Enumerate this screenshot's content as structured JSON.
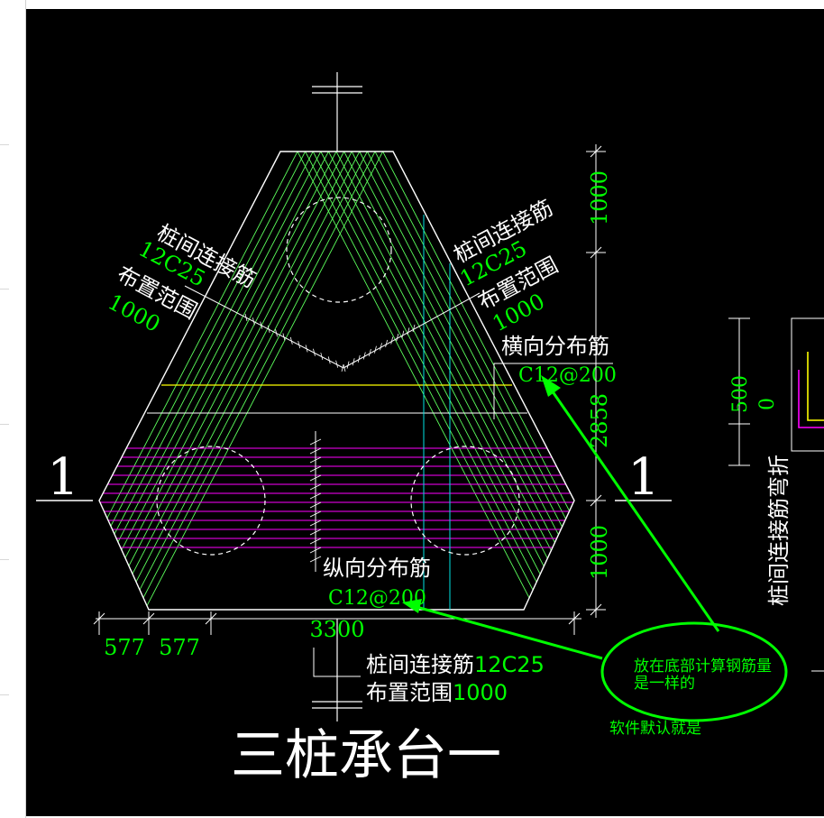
{
  "drawing": {
    "title": "三桩承台一",
    "section_marks": [
      "1",
      "1"
    ],
    "colors": {
      "background": "#000000",
      "outline": "#ffffff",
      "rebar_green": "#5cff5c",
      "dimension_green": "#00ff00",
      "horizontal_rebar": "#ff00ff",
      "transverse_line": "#ffff00",
      "cyan_line": "#00e5e5",
      "annotation_green": "#00ff00"
    },
    "left_label": {
      "title": "桩间连接筋",
      "spec": "12C25",
      "range_title": "布置范围",
      "range_value": "1000"
    },
    "right_label": {
      "title": "桩间连接筋",
      "spec": "12C25",
      "range_title": "布置范围",
      "range_value": "1000"
    },
    "transverse_rebar": {
      "title": "横向分布筋",
      "spec": "C12@200"
    },
    "longitudinal_rebar": {
      "title": "纵向分布筋",
      "spec": "C12@200"
    },
    "bottom_label": {
      "title": "桩间连接筋",
      "spec": "12C25",
      "range_title": "布置范围",
      "range_value": "1000"
    },
    "dimensions": {
      "right": [
        "1000",
        "2858",
        "1000"
      ],
      "bottom_total": "3300",
      "bottom_parts": [
        "577",
        "577"
      ]
    },
    "detail": {
      "dimension_top": "500",
      "dimension_bottom": "0",
      "label": "桩间连接筋弯折"
    },
    "note": {
      "bubble_line1": "放在底部计算钢筋量",
      "bubble_line2": "是一样的",
      "below": "软件默认就是"
    }
  }
}
